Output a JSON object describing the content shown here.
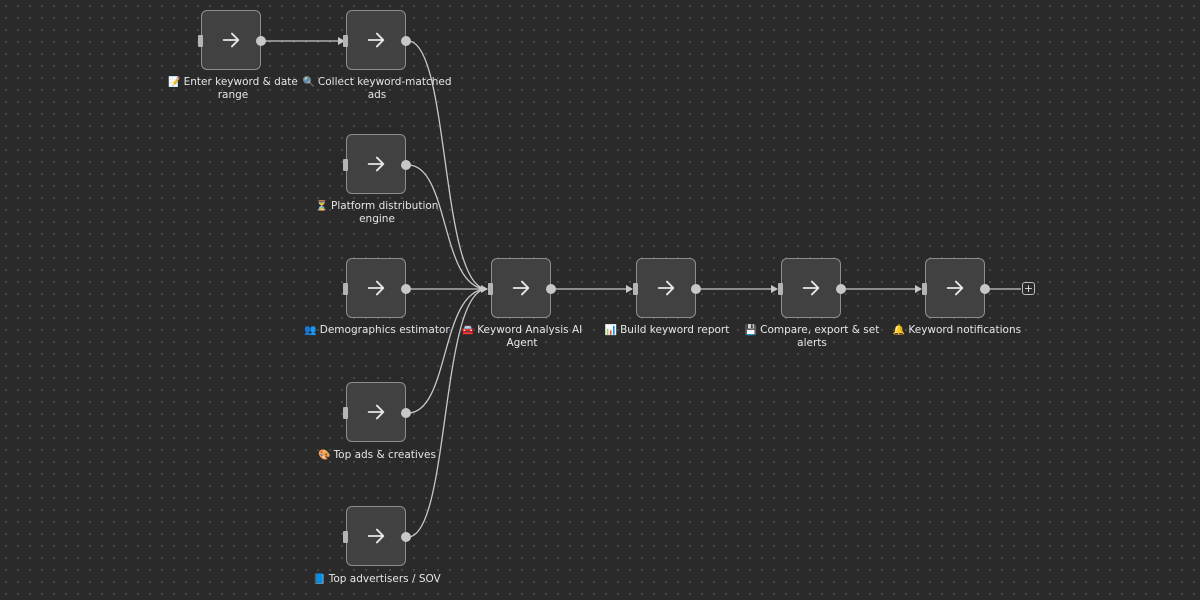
{
  "workflow": {
    "nodes": [
      {
        "id": "enter-keyword",
        "emoji": "📝",
        "label": "Enter keyword & date range"
      },
      {
        "id": "collect-ads",
        "emoji": "🔍",
        "label": "Collect keyword-matched ads"
      },
      {
        "id": "platform-distribution",
        "emoji": "⏳",
        "label": "Platform distribution engine"
      },
      {
        "id": "demographics",
        "emoji": "👥",
        "label": "Demographics estimator"
      },
      {
        "id": "top-ads",
        "emoji": "🎨",
        "label": "Top ads & creatives"
      },
      {
        "id": "top-advertisers",
        "emoji": "📘",
        "label": "Top advertisers / SOV"
      },
      {
        "id": "ai-agent",
        "emoji": "🚘",
        "label": "Keyword Analysis AI Agent"
      },
      {
        "id": "build-report",
        "emoji": "📊",
        "label": "Build keyword report"
      },
      {
        "id": "compare-export",
        "emoji": "💾",
        "label": "Compare, export & set alerts"
      },
      {
        "id": "notifications",
        "emoji": "🔔",
        "label": "Keyword notifications"
      }
    ],
    "add_button": {
      "label": "+"
    }
  },
  "colors": {
    "background": "#2a2a2a",
    "node_fill": "#414141",
    "node_border": "#8d8d8d",
    "edge": "#c8c8c8",
    "label": "#e6e6e6"
  },
  "icons": {
    "node_icon": "arrow-right-icon",
    "add_icon": "plus-icon"
  }
}
